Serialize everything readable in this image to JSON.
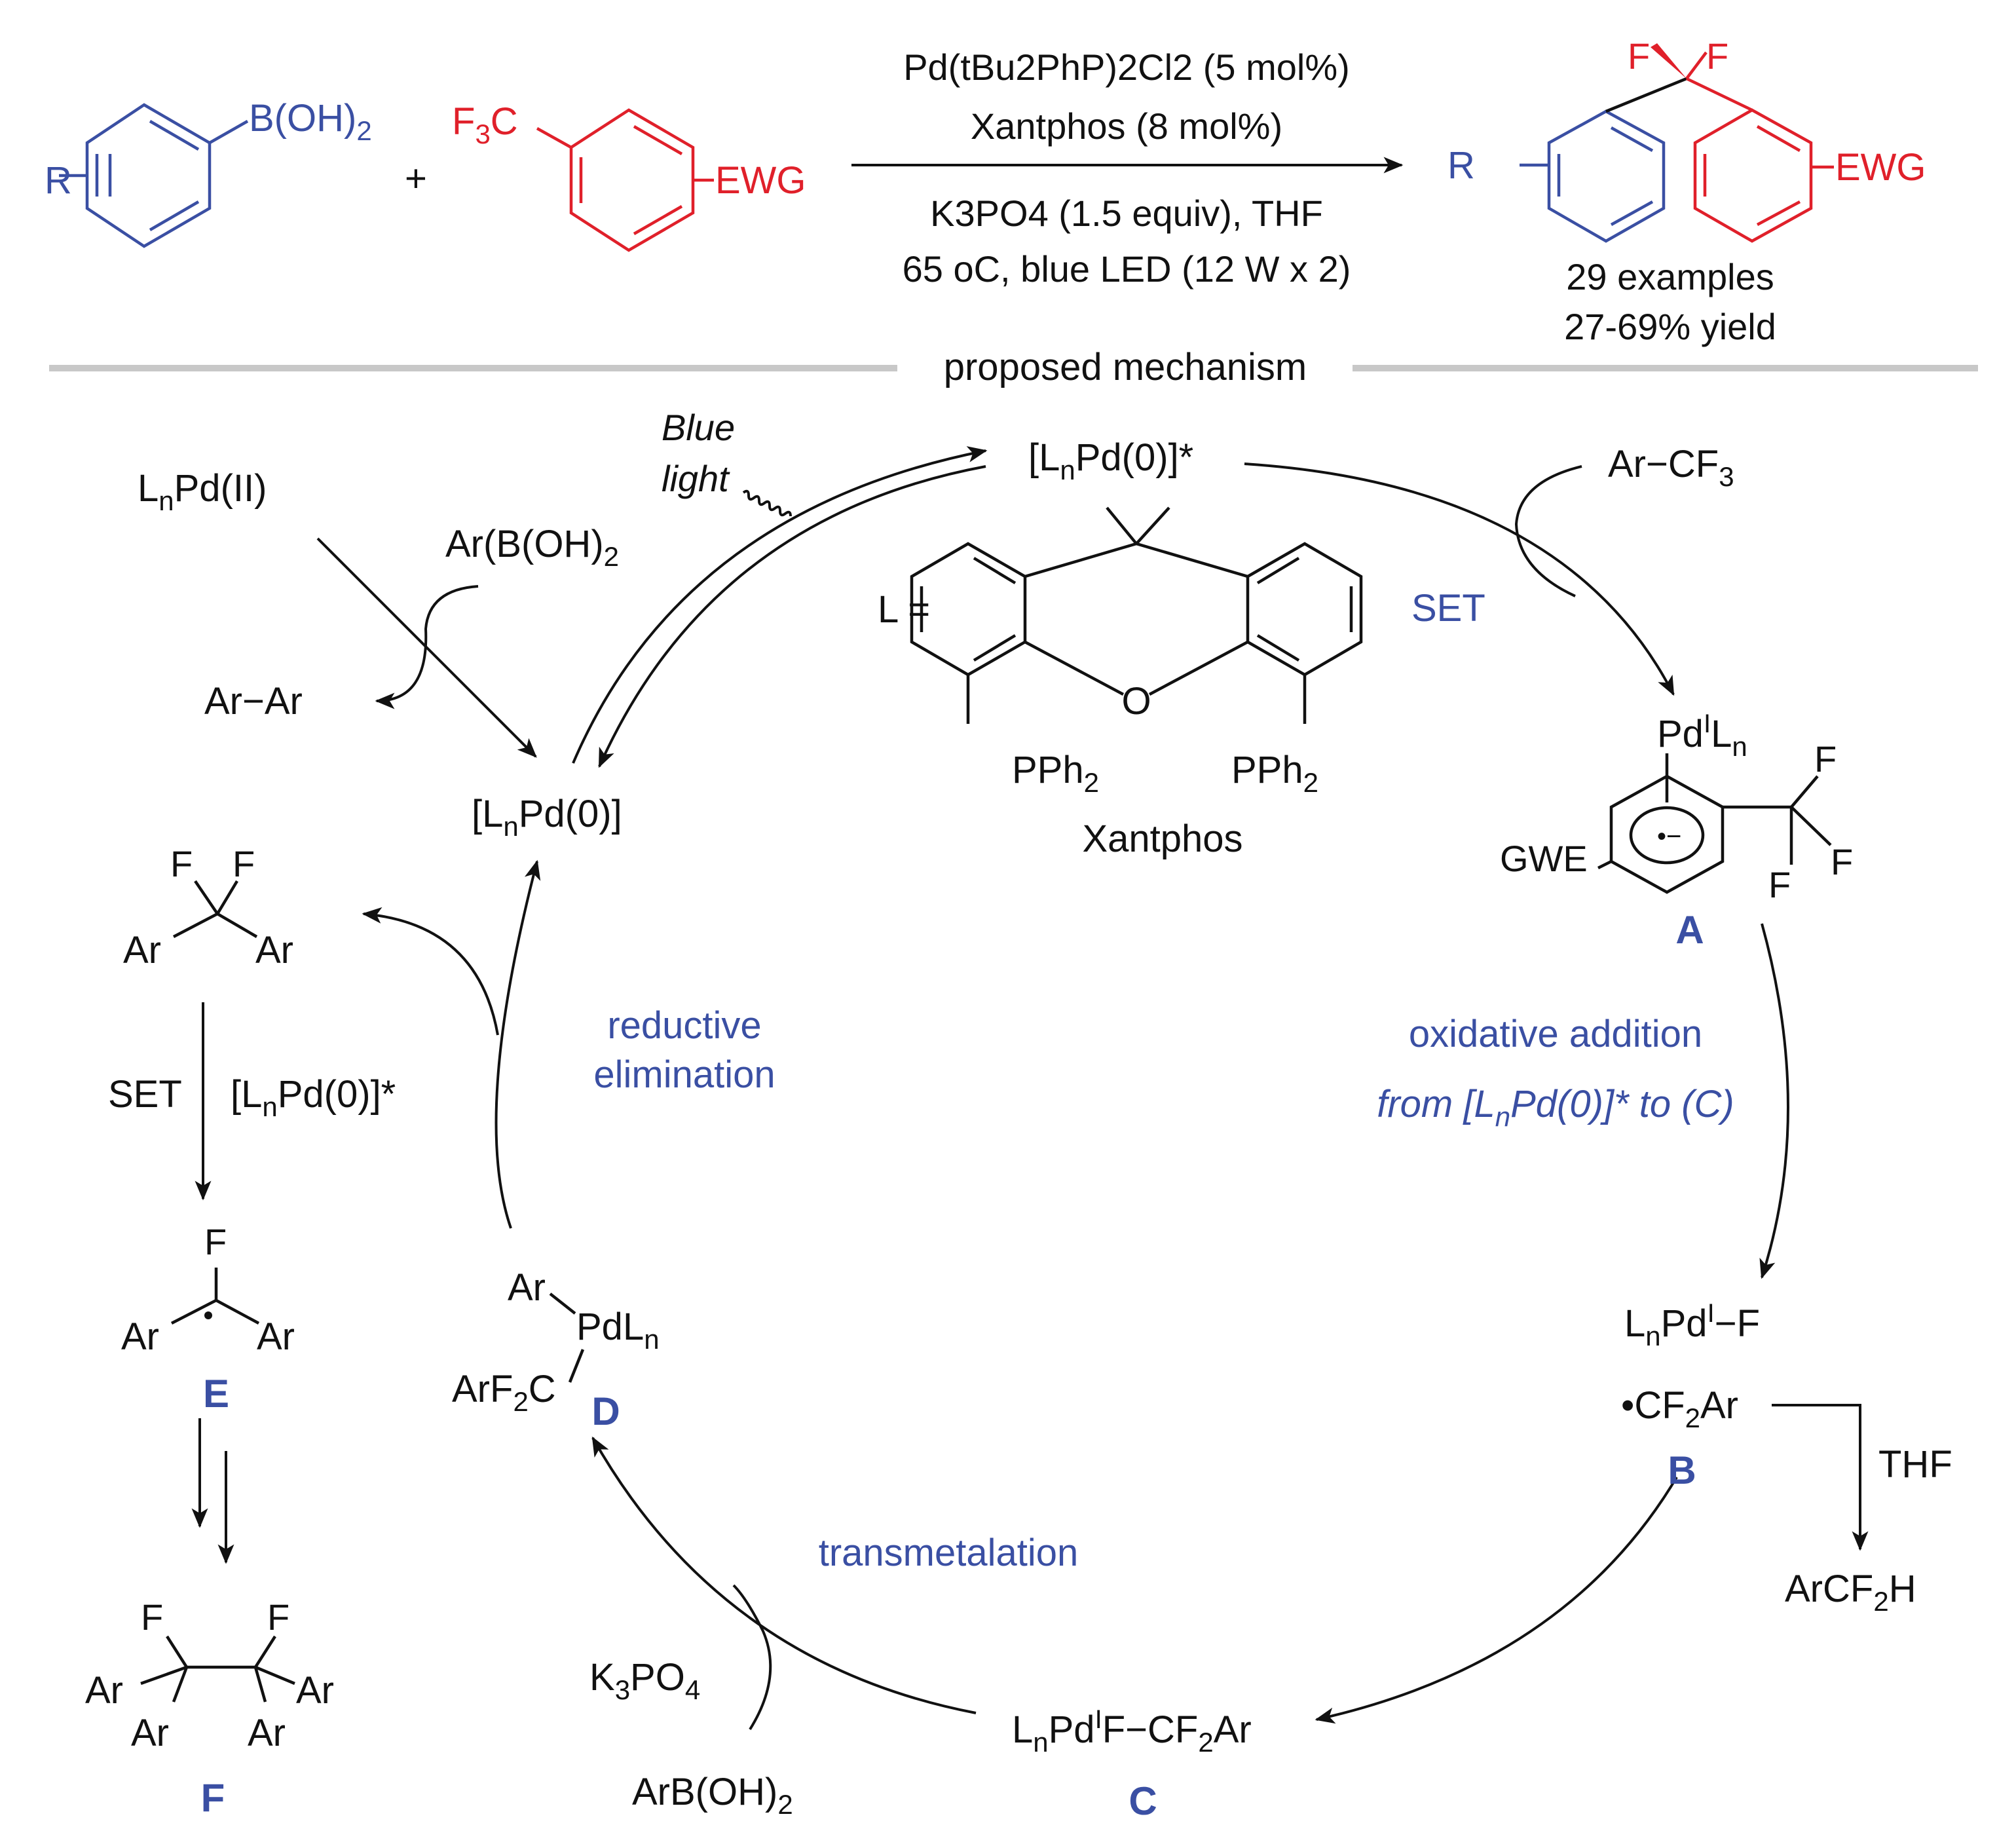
{
  "colors": {
    "black": "#111111",
    "blue": "#3a4fa3",
    "red": "#e0202a",
    "divider": "#c8c8c8"
  },
  "reaction": {
    "sub1_R": "R",
    "sub1_BOH": "B(OH)",
    "sub1_BOH_sub": "2",
    "plus": "+",
    "sub2_F3C_F": "F",
    "sub2_F3C_3": "3",
    "sub2_F3C_C": "C",
    "sub2_EWG": "EWG",
    "cond1": "Pd(tBu2PhP)2Cl2 (5 mol%)",
    "cond2": "Xantphos (8 mol%)",
    "cond3": "K3PO4 (1.5 equiv), THF",
    "cond4": "65 oC, blue LED (12 W x 2)",
    "prod_F1": "F",
    "prod_F2": "F",
    "prod_R": "R",
    "prod_EWG": "EWG",
    "examples": "29 examples",
    "yield": "27-69% yield"
  },
  "divider_label": "proposed mechanism",
  "mechanism": {
    "blue_light_1": "Blue",
    "blue_light_2": "light",
    "pd0_star": "[LnPd(0)]*",
    "pd2": "LnPd(II)",
    "arboh2": "Ar(B(OH)2",
    "arar": "Ar−Ar",
    "pd0": "[LnPd(0)]",
    "L_eq": "L =",
    "pph2_left": "PPh2",
    "pph2_right": "PPh2",
    "xant_O": "O",
    "xantphos": "Xantphos",
    "arcf3": "Ar−CF3",
    "set_label": "SET",
    "A_pd": "PdILn",
    "A_gwe": "GWE",
    "A_F1": "F",
    "A_F2": "F",
    "A_F3": "F",
    "A_label": "A",
    "ox_add_1": "oxidative addition",
    "ox_add_2": "from [LnPd(0)]* to (C)",
    "B_pd": "LnPdI−F",
    "B_cf2ar": "CF2Ar",
    "B_label": "B",
    "thf": "THF",
    "arcf2h": "ArCF2H",
    "C_text": "LnPdIF−CF2Ar",
    "C_label": "C",
    "transmetalation": "transmetalation",
    "k3po4": "K3PO4",
    "arboh2_bottom": "ArB(OH)2",
    "D_ar": "Ar",
    "D_pd": "PdLn",
    "D_arf2c": "ArF2C",
    "D_label": "D",
    "red_elim_1": "reductive",
    "red_elim_2": "elimination",
    "left_F1": "F",
    "left_F2": "F",
    "left_Ar1": "Ar",
    "left_Ar2": "Ar",
    "set_left": "SET",
    "set_left_reagent": "[LnPd(0)]*",
    "E_F": "F",
    "E_Ar1": "Ar",
    "E_Ar2": "Ar",
    "E_label": "E",
    "F_F1": "F",
    "F_F2": "F",
    "F_Ar1": "Ar",
    "F_Ar2": "Ar",
    "F_Ar3": "Ar",
    "F_Ar4": "Ar",
    "F_label": "F"
  }
}
